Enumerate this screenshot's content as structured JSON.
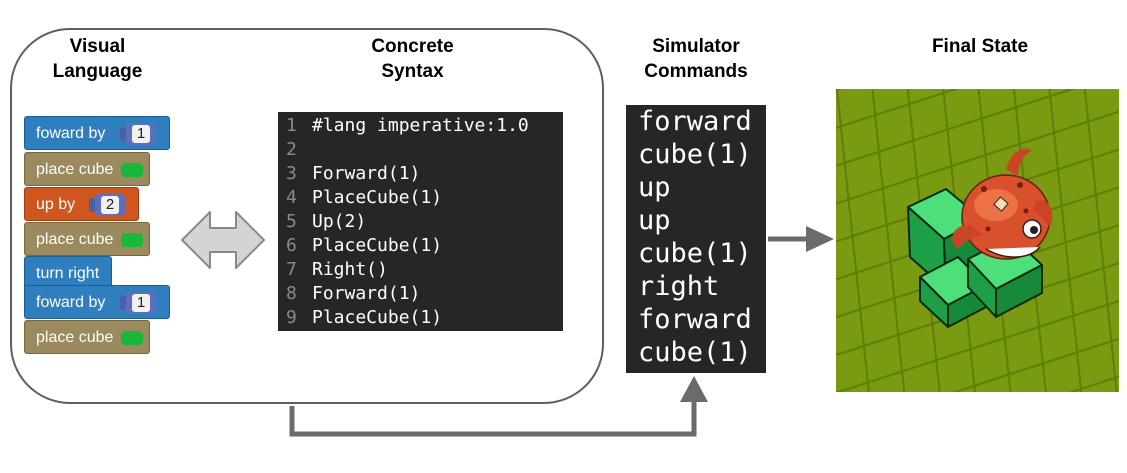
{
  "headings": {
    "visual_language": [
      "Visual",
      "Language"
    ],
    "concrete_syntax": [
      "Concrete",
      "Syntax"
    ],
    "simulator_commands": [
      "Simulator",
      "Commands"
    ],
    "final_state": [
      "Final State"
    ]
  },
  "blocks": [
    {
      "label": "foward by",
      "kind": "blue",
      "value": "1"
    },
    {
      "label": "place cube",
      "kind": "tan",
      "chip": "green"
    },
    {
      "label": "up by",
      "kind": "orange",
      "value": "2"
    },
    {
      "label": "place cube",
      "kind": "tan",
      "chip": "green"
    },
    {
      "label": "turn right",
      "kind": "blue"
    },
    {
      "label": "foward by",
      "kind": "blue",
      "value": "1"
    },
    {
      "label": "place cube",
      "kind": "tan",
      "chip": "green"
    }
  ],
  "code_lines": [
    {
      "num": "1",
      "text": "#lang imperative:1.0"
    },
    {
      "num": "2",
      "text": ""
    },
    {
      "num": "3",
      "text": "Forward(1)"
    },
    {
      "num": "4",
      "text": "PlaceCube(1)"
    },
    {
      "num": "5",
      "text": "Up(2)"
    },
    {
      "num": "6",
      "text": "PlaceCube(1)"
    },
    {
      "num": "7",
      "text": "Right()"
    },
    {
      "num": "8",
      "text": "Forward(1)"
    },
    {
      "num": "9",
      "text": "PlaceCube(1)"
    }
  ],
  "simulator_commands": [
    "forward",
    "cube(1)",
    "up",
    "up",
    "cube(1)",
    "right",
    "forward",
    "cube(1)"
  ],
  "colors": {
    "block_blue": "#2f7fbf",
    "block_orange": "#cf561f",
    "block_tan": "#9a8a5e",
    "cube_green": "#19b83b",
    "code_bg": "#262626",
    "ground": "#7a9a12",
    "arrow": "#6b6b6b"
  }
}
